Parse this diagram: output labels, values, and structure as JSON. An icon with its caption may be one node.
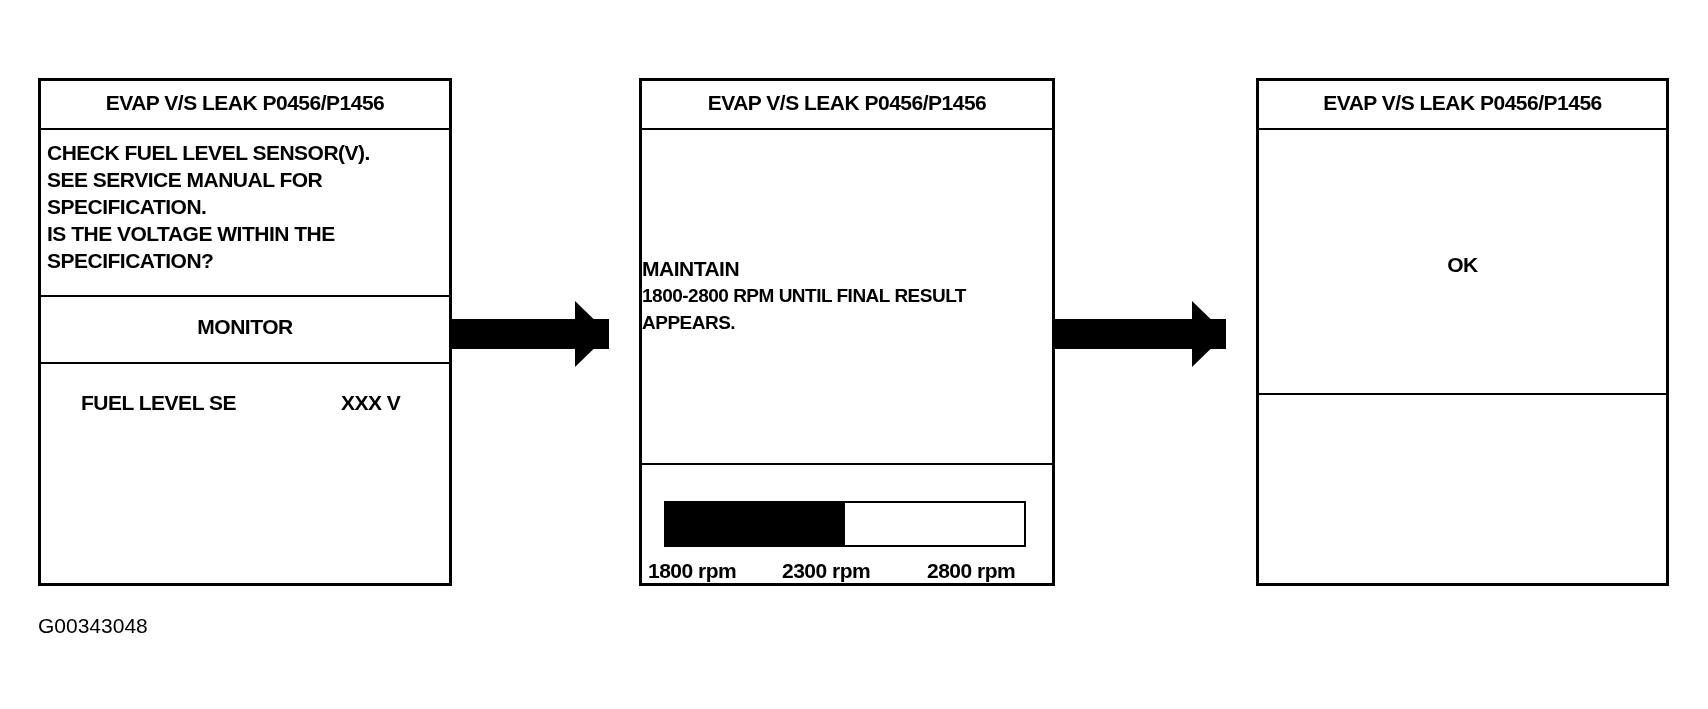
{
  "diagram": {
    "nodes": [
      {
        "text": [
          "EVAP V/S LEAK P0456/P1456",
          "CHECK FUEL LEVEL SENSOR(V).",
          "SEE SERVICE MANUAL FOR SPECIFICATION.",
          "IS THE VOLTAGE WITHIN THE SPECIFICATION?",
          "MONITOR",
          "FUEL LEVEL SE",
          "XXX V"
        ]
      },
      {
        "text": [
          "EVAP V/S LEAK P0456/P1456",
          "MAINTAIN",
          "1800-2800 RPM UNTIL FINAL RESULT APPEARS.",
          "1800 rpm",
          "2300 rpm",
          "2800 rpm"
        ]
      },
      {
        "text": [
          "EVAP V/S LEAK P0456/P1456",
          "OK"
        ]
      }
    ],
    "edges": [
      {
        "from": 0,
        "to": 1,
        "arrow": "to"
      },
      {
        "from": 1,
        "to": 2,
        "arrow": "to"
      }
    ],
    "labels": [
      "G00343048"
    ]
  }
}
